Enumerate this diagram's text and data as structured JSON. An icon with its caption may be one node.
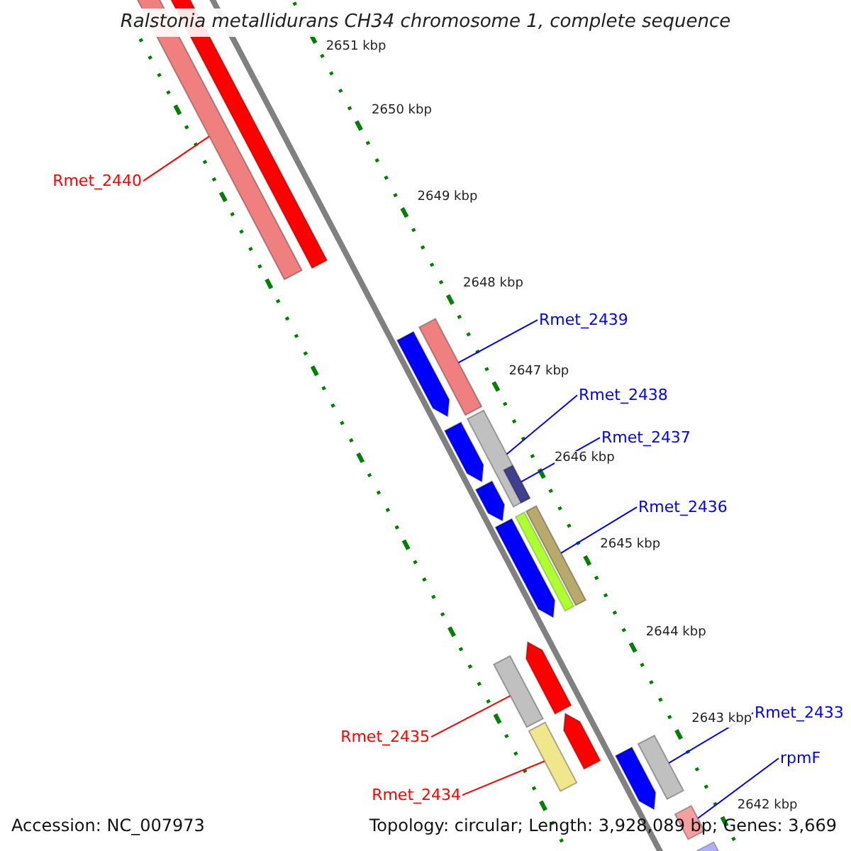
{
  "diagram": {
    "title": "Ralstonia metallidurans CH34 chromosome 1, complete sequence",
    "nodes": [
      {
        "text": [
          "Rmet_2440"
        ]
      },
      {
        "text": [],
        "shape": "bar"
      },
      {
        "text": [
          "Rmet_2439"
        ]
      },
      {
        "text": [],
        "shape": "bar"
      },
      {
        "text": [
          "Rmet_2438"
        ]
      },
      {
        "text": [],
        "shape": "bar"
      },
      {
        "text": [
          "Rmet_2437"
        ]
      },
      {
        "text": [],
        "shape": "bar",
        "in": 5
      },
      {
        "text": [
          "Rmet_2436"
        ]
      },
      {
        "text": [],
        "shape": "bar"
      },
      {
        "text": [
          "Rmet_2435"
        ]
      },
      {
        "text": [],
        "shape": "bar"
      },
      {
        "text": [
          "Rmet_2434"
        ]
      },
      {
        "text": [],
        "shape": "bar"
      },
      {
        "text": [
          "Rmet_2433"
        ]
      },
      {
        "text": [],
        "shape": "bar"
      },
      {
        "text": [
          "rpmF"
        ]
      },
      {
        "text": [],
        "shape": "bar"
      }
    ],
    "edges": [
      {
        "from": 0,
        "to": 1,
        "arrow": "none",
        "color": "#ff0000"
      },
      {
        "from": 2,
        "to": 3,
        "arrow": "none"
      },
      {
        "from": 4,
        "to": 5,
        "arrow": "none"
      },
      {
        "from": 6,
        "to": 7,
        "arrow": "none"
      },
      {
        "from": 8,
        "to": 9,
        "arrow": "none"
      },
      {
        "from": 10,
        "to": 11,
        "arrow": "none",
        "color": "#ff0000"
      },
      {
        "from": 12,
        "to": 13,
        "arrow": "none",
        "color": "#ff0000"
      },
      {
        "from": 14,
        "to": 15,
        "arrow": "none"
      },
      {
        "from": 16,
        "to": 17,
        "arrow": "none"
      }
    ],
    "labels": [
      "2651 kbp",
      "2650 kbp",
      "2649 kbp",
      "2648 kbp",
      "2647 kbp",
      "2646 kbp",
      "2645 kbp",
      "2644 kbp",
      "2643 kbp",
      "2642 kbp",
      "Accession: NC_007973",
      "Topology: circular; Length: 3,928,089 bp; Genes: 3,669"
    ]
  }
}
